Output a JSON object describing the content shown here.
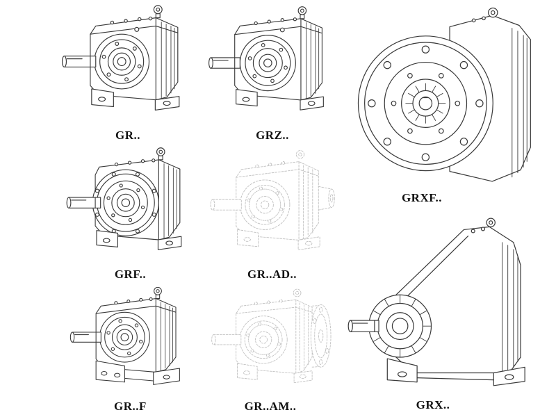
{
  "page": {
    "background": "#ffffff",
    "line_color": "#3a3a3a",
    "ghost_line_color": "#c2c2c2",
    "label_color": "#111111"
  },
  "catalog": {
    "items": [
      {
        "id": "gr",
        "label": "GR..",
        "drawing": "foot-mounted-helical-gear-unit"
      },
      {
        "id": "grz",
        "label": "GRZ..",
        "drawing": "foot-mounted-helical-gear-unit-variant"
      },
      {
        "id": "grxf",
        "label": "GRXF..",
        "drawing": "flange-mounted-gear-unit-front-view"
      },
      {
        "id": "grf",
        "label": "GRF..",
        "drawing": "flange-mounted-helical-gear-unit"
      },
      {
        "id": "gr_ad",
        "label": "GR..AD..",
        "drawing": "gear-unit-with-input-shaft-adapter-ghost"
      },
      {
        "id": "gr_f",
        "label": "GR..F",
        "drawing": "foot-mounted-gear-unit-extended-base"
      },
      {
        "id": "gr_am",
        "label": "GR..AM..",
        "drawing": "gear-unit-with-motor-adapter-flange-ghost"
      },
      {
        "id": "grx",
        "label": "GRX..",
        "drawing": "foot-mounted-gear-unit-finned-hub"
      }
    ]
  }
}
